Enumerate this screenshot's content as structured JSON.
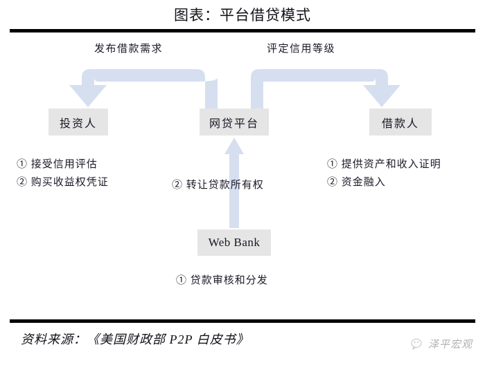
{
  "chart": {
    "title": "图表：平台借贷模式",
    "source": "资料来源：《美国财政部 P2P 白皮书》",
    "watermark": "泽平宏观"
  },
  "nodes": {
    "investor": "投资人",
    "platform": "网贷平台",
    "borrower": "借款人",
    "webbank": "Web Bank"
  },
  "flows": {
    "platform_to_investor": "发布借款需求",
    "platform_to_borrower": "评定信用等级",
    "webbank_to_platform": "② 转让贷款所有权"
  },
  "investor_notes": [
    "① 接受信用评估",
    "② 购买收益权凭证"
  ],
  "borrower_notes": [
    "① 提供资产和收入证明",
    "② 资金融入"
  ],
  "webbank_notes": [
    "① 贷款审核和分发"
  ],
  "colors": {
    "arrow": "#d6dff0",
    "box_fill": "#e5e5e5",
    "rule": "#000000",
    "text": "#1a1a28",
    "watermark": "#b0b0b0"
  }
}
